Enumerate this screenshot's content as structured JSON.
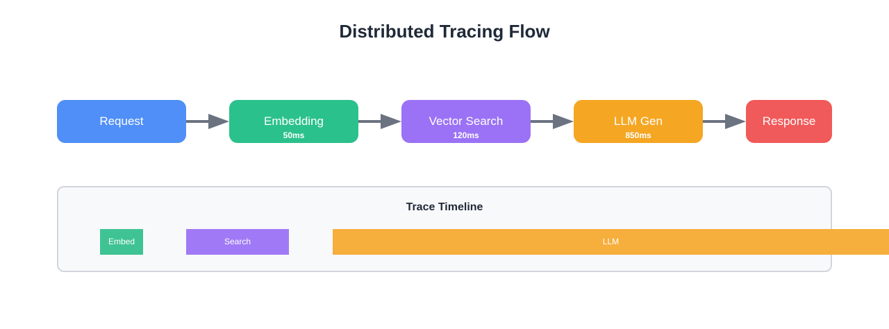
{
  "title": "Distributed Tracing Flow",
  "colors": {
    "request": "#4f8ff7",
    "embedding": "#2bc18d",
    "vector_search": "#9b72f5",
    "llm_gen": "#f5a623",
    "response": "#f15a5a",
    "arrow": "#6b7280"
  },
  "flow": {
    "nodes": [
      {
        "label": "Request",
        "time": ""
      },
      {
        "label": "Embedding",
        "time": "50ms"
      },
      {
        "label": "Vector Search",
        "time": "120ms"
      },
      {
        "label": "LLM Gen",
        "time": "850ms"
      },
      {
        "label": "Response",
        "time": ""
      }
    ]
  },
  "timeline": {
    "title": "Trace Timeline",
    "bars": [
      {
        "label": "Embed"
      },
      {
        "label": "Search"
      },
      {
        "label": "LLM"
      }
    ]
  }
}
